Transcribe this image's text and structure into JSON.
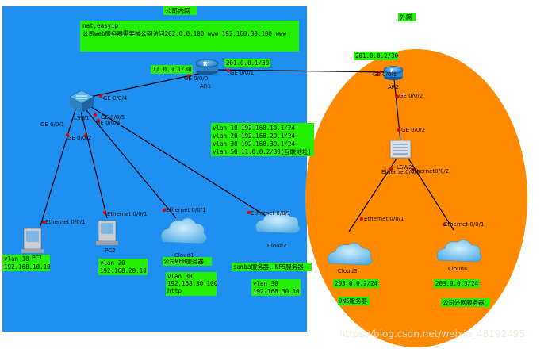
{
  "zones": {
    "internal_title": "公司内网",
    "external_title": "外网"
  },
  "colors": {
    "internal_bg": "#1f8ff2",
    "external_bg": "#ff8a00",
    "label_bg": "#22f000",
    "device_blue": "#2a8fd0",
    "cloud_blue": "#5fb9ec"
  },
  "devices": {
    "ar1": "AR1",
    "ar2": "AR2",
    "lsw1": "LSW1",
    "lsw2": "LSW2",
    "pc1": "PC1",
    "pc2": "PC2",
    "cloud1": "Cloud1",
    "cloud2": "Cloud2",
    "cloud3": "Cloud3",
    "cloud4": "Cloud4"
  },
  "ports": {
    "ar1_ge001": "GE 0/0/1",
    "ar1_ge000": "GE 0/0/0",
    "ar2_ge001": "GE 0/0/1",
    "ar2_ge002": "GE 0/0/2",
    "lsw1_ge004": "GE 0/0/4",
    "lsw1_ge001": "GE 0/0/1",
    "lsw1_ge002": "GE 0/0/2",
    "lsw1_ge003": "GE 0/0/3",
    "lsw1_ge005": "GE 0/0/5",
    "lsw2_ge002": "GE 0/0/2",
    "lsw2_eth1": "Ethernet0/0/1",
    "lsw2_eth2": "Ethernet0/0/2",
    "pc1_eth": "Ethernet 0/0/1",
    "pc2_eth": "Ethernet 0/0/1",
    "cloud1_eth": "Ethernet 0/0/1",
    "cloud2_eth": "Ethernet 0/0/1",
    "cloud3_eth": "Ethernet 0/0/1",
    "cloud4_eth": "Ethernet 0/0/1"
  },
  "labels": {
    "nat_line1": "nat,easyip",
    "nat_line2": "公司web服务器需要被公网访问202.0.0.100 www 192.168.30.100 www",
    "ar1_inside_ip": "11.0.0.1/30",
    "ar1_outside_ip": "201.0.0.1/30",
    "ar2_ip": "201.0.0.2/30",
    "vlan_line1": "vlan 10 192.168.10.1/24",
    "vlan_line2": "vlan 20 192.168.20.1/24",
    "vlan_line3": "vlan 30 192.168.30.1/24",
    "vlan_line4": "vlan 50 11.0.0.2/30(互联地址)",
    "pc1_line1": "vlan 10",
    "pc1_line2": "192.168.10.10",
    "pc2_line1": "vlan 20",
    "pc2_line2": "192.168.20.10",
    "cloud1_title": "公司WEB服务器",
    "cloud1_line1": "vlan 30",
    "cloud1_line2": "192.168.30.100",
    "cloud1_line3": "http",
    "cloud2_title": "samba服务器、NFS服务器",
    "cloud2_line1": "vlan 30",
    "cloud2_line2": "192.168.30.10",
    "cloud3_ip": "203.0.0.2/24",
    "cloud3_title": "DNS服务器",
    "cloud4_ip": "203.0.0.3/24",
    "cloud4_title": "公司外网服务器"
  },
  "watermark": "https://blog.csdn.net/weixin_48192495"
}
